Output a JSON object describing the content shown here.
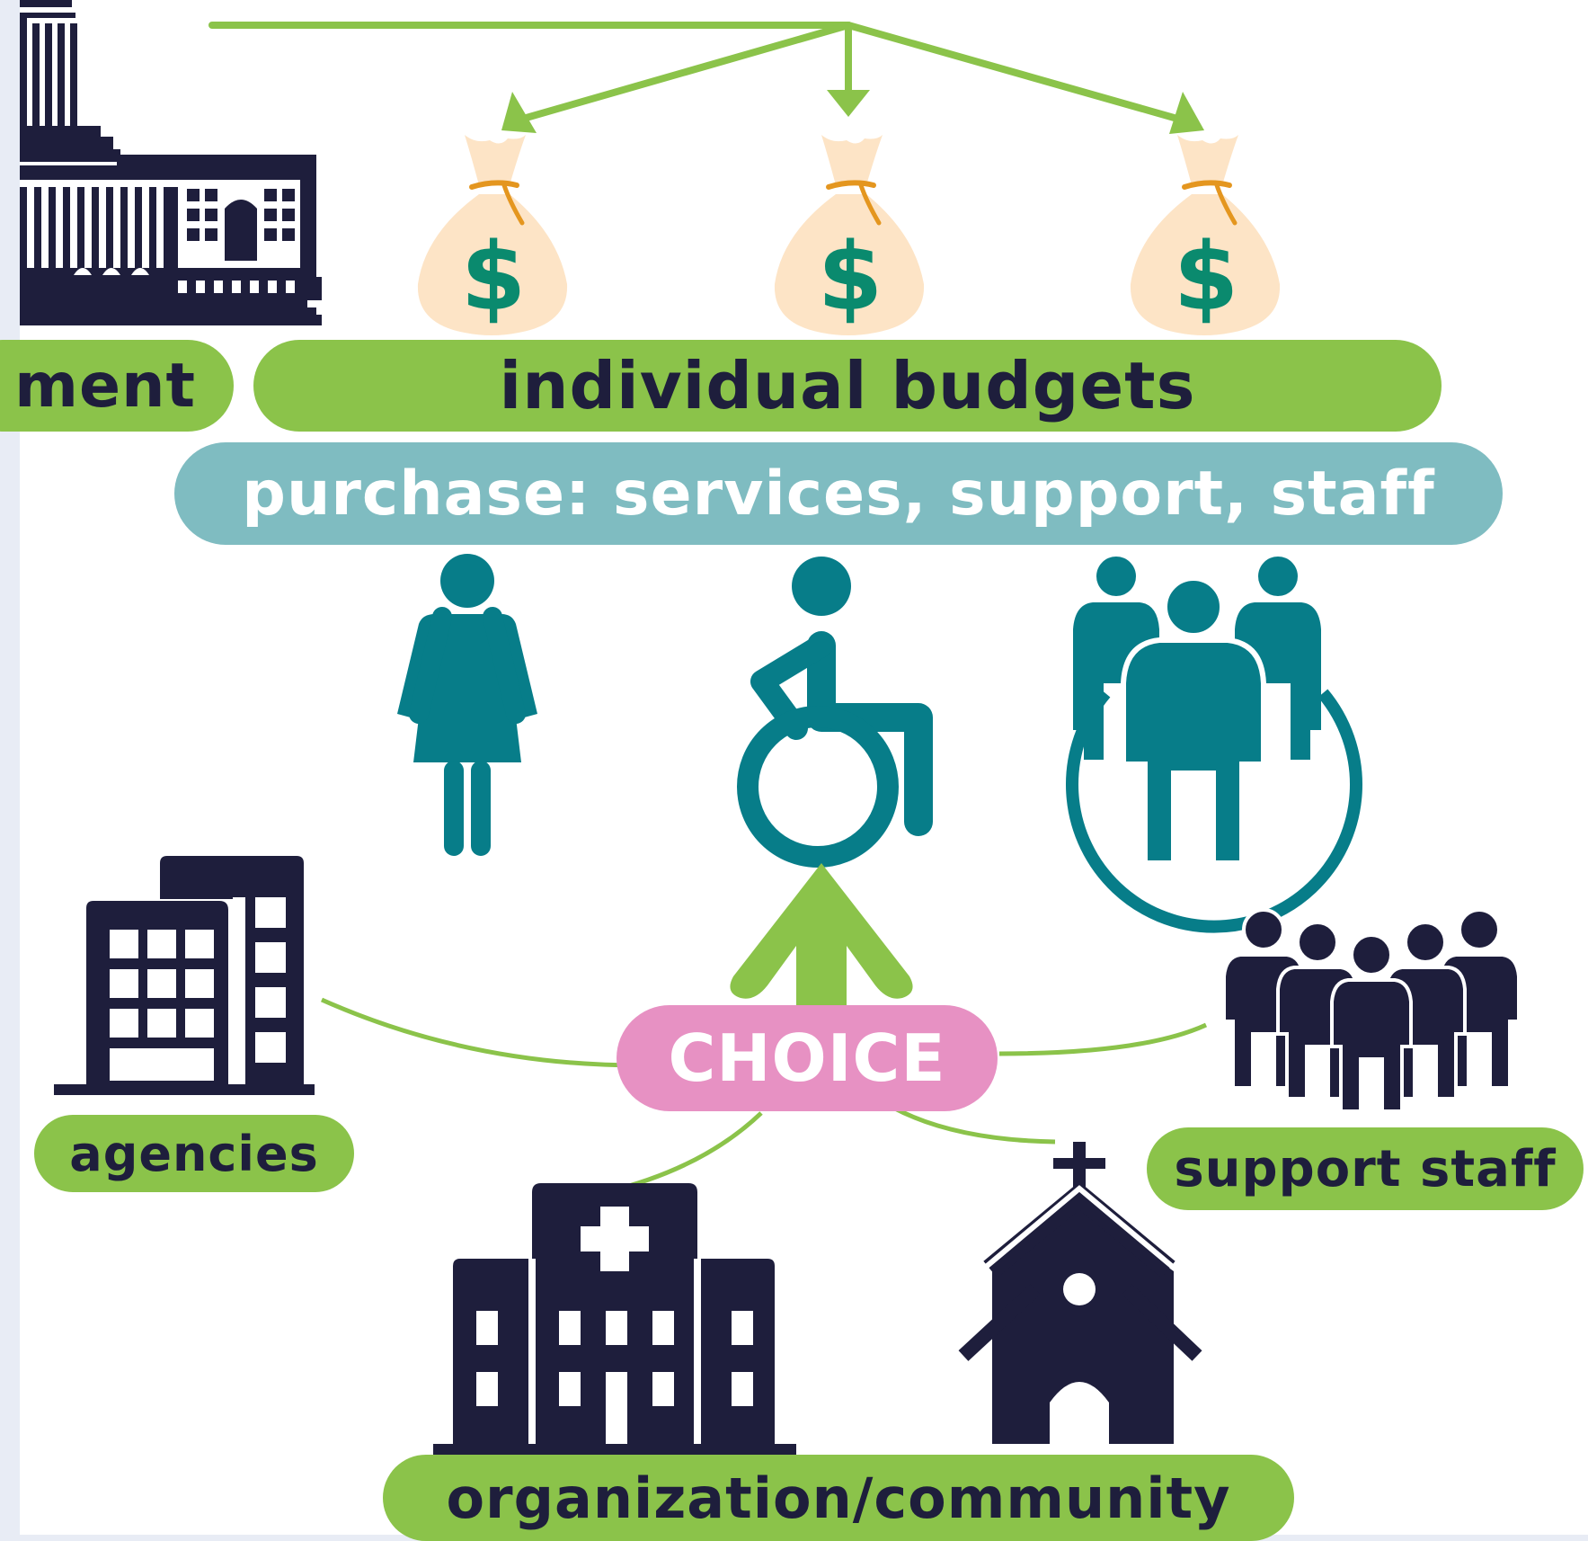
{
  "labels": {
    "government": "ment",
    "individual_budgets": "individual budgets",
    "purchase": "purchase: services, support, staff",
    "choice": "CHOICE",
    "agencies": "agencies",
    "support_staff": "support staff",
    "organization_community": "organization/community"
  },
  "money_symbol": "$",
  "icons": [
    "capitol-icon",
    "money-bag-icon",
    "woman-icon",
    "wheelchair-icon",
    "family-icon",
    "office-building-icon",
    "staff-group-icon",
    "hospital-icon",
    "church-icon",
    "arrow-up-icon"
  ],
  "colors": {
    "green": "#8bc34a",
    "teal_pill": "#7fbcc1",
    "teal_icon": "#077d89",
    "navy": "#1e1e3c",
    "pink": "#e791c3",
    "bag": "#fde4c6",
    "tie": "#e4961f",
    "dollar": "#0a8a6e"
  }
}
